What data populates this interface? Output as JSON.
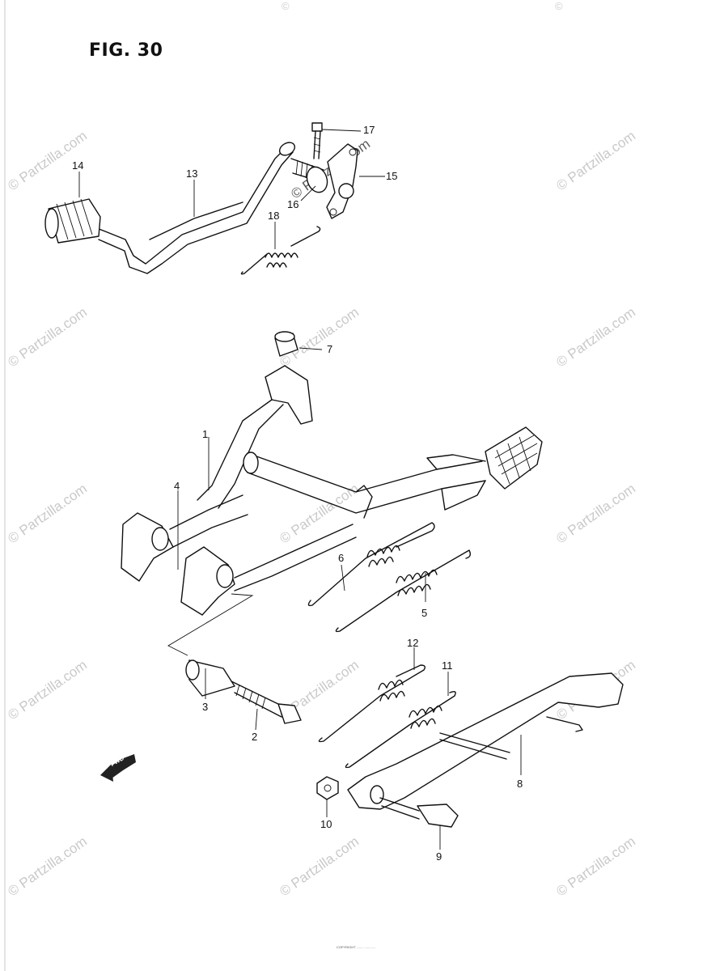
{
  "figure": {
    "title": "FIG. 30"
  },
  "watermark": {
    "text": "© Partzilla.com"
  },
  "fwd_label": "FWD",
  "copyright_text": "COPYRIGHT ......... ...........",
  "callouts": [
    {
      "id": "1",
      "label": "1"
    },
    {
      "id": "2",
      "label": "2"
    },
    {
      "id": "3",
      "label": "3"
    },
    {
      "id": "4",
      "label": "4"
    },
    {
      "id": "5",
      "label": "5"
    },
    {
      "id": "6",
      "label": "6"
    },
    {
      "id": "7",
      "label": "7"
    },
    {
      "id": "8",
      "label": "8"
    },
    {
      "id": "9",
      "label": "9"
    },
    {
      "id": "10",
      "label": "10"
    },
    {
      "id": "11",
      "label": "11"
    },
    {
      "id": "12",
      "label": "12"
    },
    {
      "id": "13",
      "label": "13"
    },
    {
      "id": "14",
      "label": "14"
    },
    {
      "id": "15",
      "label": "15"
    },
    {
      "id": "16",
      "label": "16"
    },
    {
      "id": "17",
      "label": "17"
    },
    {
      "id": "18",
      "label": "18"
    }
  ]
}
